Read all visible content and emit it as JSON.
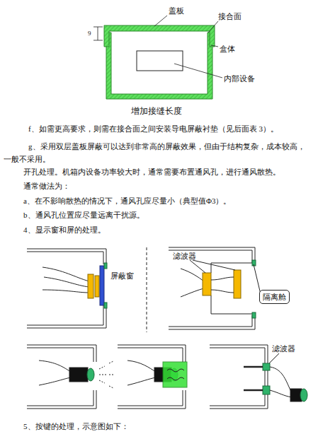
{
  "diagram": {
    "caption": "增加接缝长度",
    "nodes": [
      {
        "text": [
          "隔离舱"
        ]
      }
    ],
    "labels": [
      "9",
      "盖板",
      "接合面",
      "盒体",
      "内部设备",
      "f、如需更高要求，则需在接合面之间安装导电屏蔽衬垫（见后面表 3）。",
      "g、采用双层盖板屏蔽可以达到非常高的屏蔽效果，但由于结构复杂，成本较高，一般不采用。",
      "开孔处理。机箱内设备功率较大时，通常需要布置通风孔，进行通风散热。",
      "通常做法为：",
      "a、在不影响散热的情况下，通风孔应尽量小（典型值Φ3）。",
      "b、通风孔位置应尽量远离干扰源。",
      "4、显示窗和屏的处理。",
      "屏蔽窗",
      "滤波器",
      "滤波器",
      "5、按键的处理，示意图如下："
    ]
  }
}
